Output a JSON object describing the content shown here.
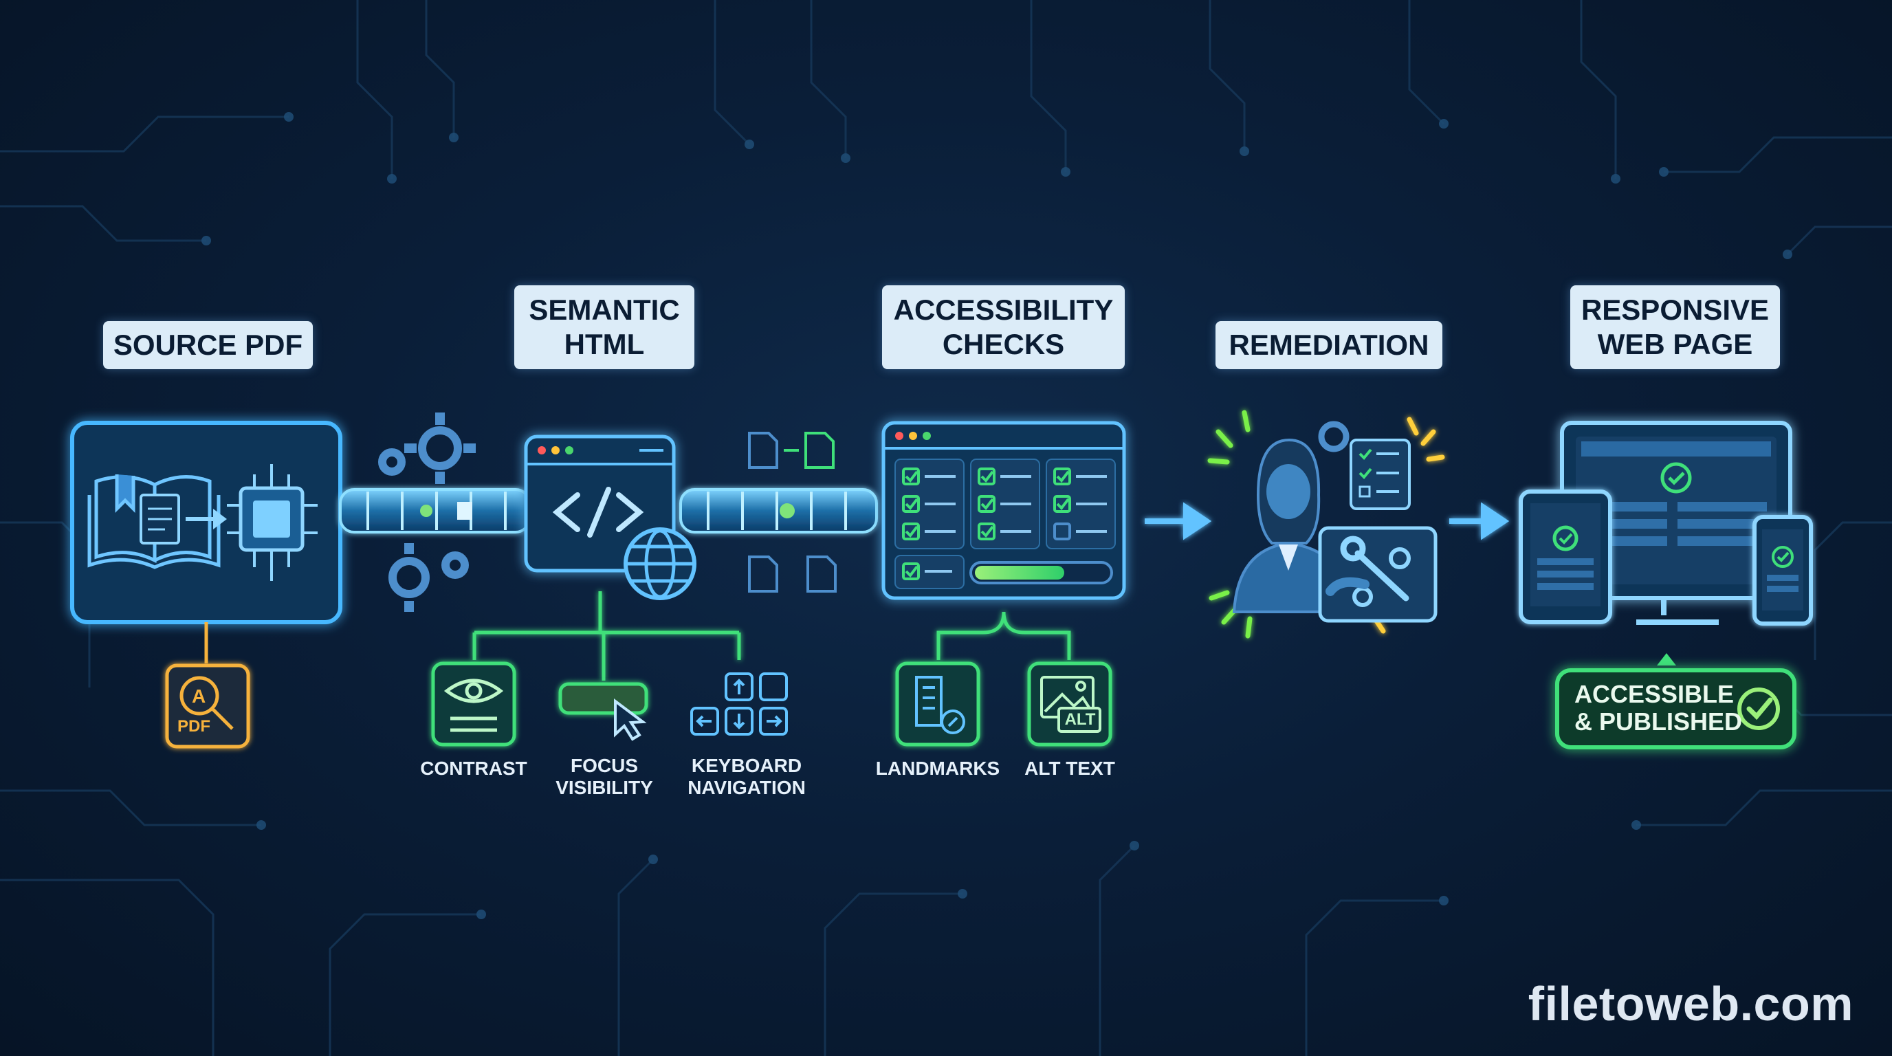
{
  "stages": [
    {
      "id": "source",
      "title": "SOURCE PDF"
    },
    {
      "id": "semantic",
      "title_line1": "SEMANTIC",
      "title_line2": "HTML"
    },
    {
      "id": "checks",
      "title_line1": "ACCESSIBILITY",
      "title_line2": "CHECKS"
    },
    {
      "id": "remediation",
      "title": "REMEDIATION"
    },
    {
      "id": "responsive",
      "title_line1": "RESPONSIVE",
      "title_line2": "WEB PAGE"
    }
  ],
  "source_icon_label": "PDF",
  "semantic_checks": [
    {
      "line1": "CONTRAST",
      "line2": ""
    },
    {
      "line1": "FOCUS",
      "line2": "VISIBILITY"
    },
    {
      "line1": "KEYBOARD",
      "line2": "NAVIGATION"
    }
  ],
  "accessibility_checks": [
    {
      "label": "LANDMARKS"
    },
    {
      "label": "ALT TEXT"
    }
  ],
  "alt_icon_text": "ALT",
  "published_badge": {
    "line1": "ACCESSIBLE",
    "line2": "& PUBLISHED"
  },
  "brand": "filetoweb.com",
  "colors": {
    "background": "#0a1e38",
    "cyan": "#3fb4ff",
    "green": "#3fe07a",
    "amber": "#f6b23c",
    "label_bg": "#dcecf8"
  }
}
